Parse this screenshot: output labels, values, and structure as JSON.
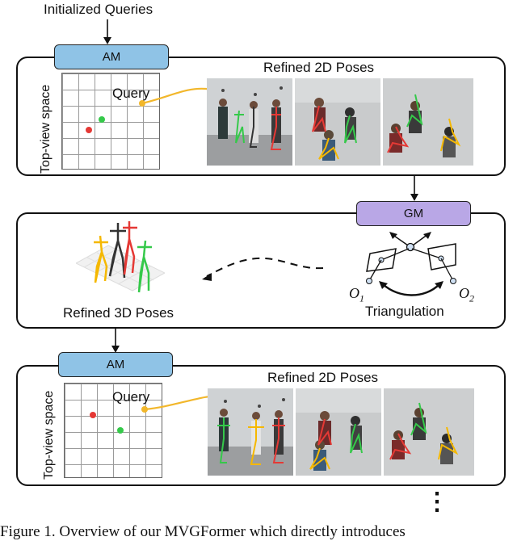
{
  "top_label": "Initialized Queries",
  "block1": {
    "module_tag": "AM",
    "axis_label": "Top-view space",
    "query_label": "Query",
    "poses_label": "Refined 2D Poses"
  },
  "block2": {
    "module_tag": "GM",
    "poses_label": "Refined 3D Poses",
    "triangulation_label": "Triangulation",
    "camera1_label": "O",
    "camera1_sub": "1",
    "camera2_label": "O",
    "camera2_sub": "2"
  },
  "block3": {
    "module_tag": "AM",
    "axis_label": "Top-view space",
    "query_label": "Query",
    "poses_label": "Refined 2D Poses"
  },
  "continuation": "⋮",
  "caption": "Figure 1. Overview of our MVGFormer which directly introduces",
  "colors": {
    "am_tag": "#8fc3e6",
    "gm_tag": "#b9a7e6",
    "query_curve": "#f2b72b",
    "pose_red": "#e53935",
    "pose_green": "#35c94a",
    "pose_yellow": "#f5b800",
    "pose_dark": "#333333"
  }
}
